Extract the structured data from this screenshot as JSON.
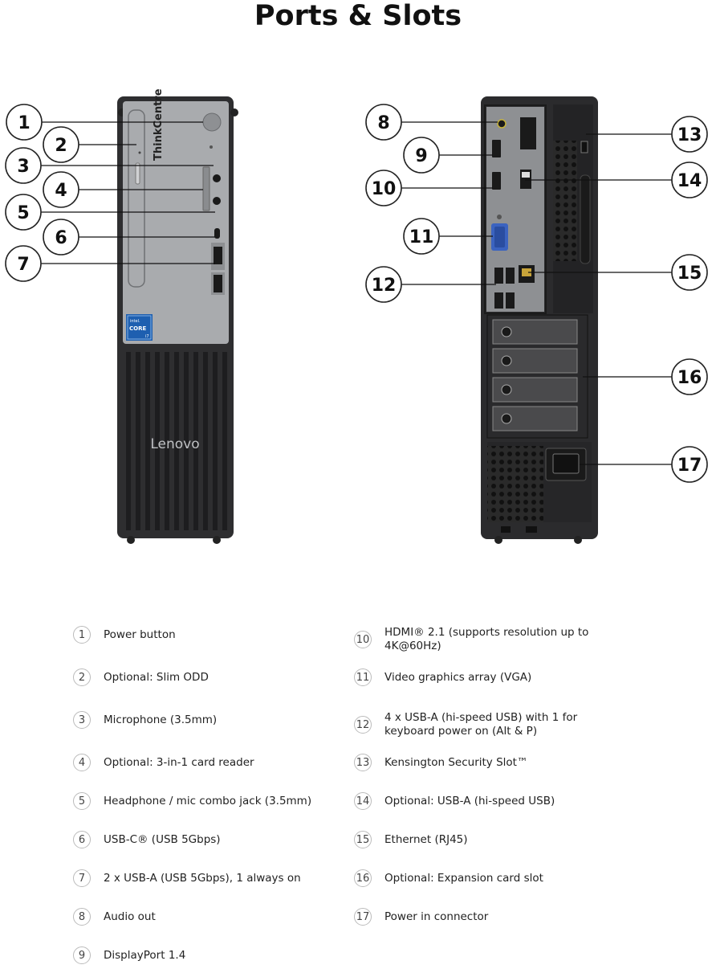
{
  "title": "Ports & Slots",
  "front_logo": "Lenovo",
  "side_brand": "ThinkCentre",
  "intel_badge": {
    "brand": "intel.",
    "line": "CORE",
    "tier": "i7"
  },
  "callouts": [
    "1",
    "2",
    "3",
    "4",
    "5",
    "6",
    "7",
    "8",
    "9",
    "10",
    "11",
    "12",
    "13",
    "14",
    "15",
    "16",
    "17"
  ],
  "legend": [
    {
      "num": "1",
      "label": "Power button"
    },
    {
      "num": "2",
      "label": "Optional: Slim ODD"
    },
    {
      "num": "3",
      "label": "Microphone (3.5mm)"
    },
    {
      "num": "4",
      "label": "Optional: 3-in-1 card reader"
    },
    {
      "num": "5",
      "label": "Headphone / mic combo jack (3.5mm)"
    },
    {
      "num": "6",
      "label": "USB-C® (USB 5Gbps)"
    },
    {
      "num": "7",
      "label": "2 x USB-A (USB 5Gbps), 1 always on"
    },
    {
      "num": "8",
      "label": "Audio out"
    },
    {
      "num": "9",
      "label": "DisplayPort 1.4"
    },
    {
      "num": "10",
      "label": "HDMI® 2.1 (supports resolution up to 4K@60Hz)"
    },
    {
      "num": "11",
      "label": "Video graphics array (VGA)"
    },
    {
      "num": "12",
      "label": "4 x USB-A (hi-speed USB) with 1 for keyboard power on (Alt & P)"
    },
    {
      "num": "13",
      "label": "Kensington Security Slot™"
    },
    {
      "num": "14",
      "label": "Optional: USB-A (hi-speed USB)"
    },
    {
      "num": "15",
      "label": "Ethernet (RJ45)"
    },
    {
      "num": "16",
      "label": "Optional: Expansion card slot"
    },
    {
      "num": "17",
      "label": "Power in connector"
    }
  ]
}
